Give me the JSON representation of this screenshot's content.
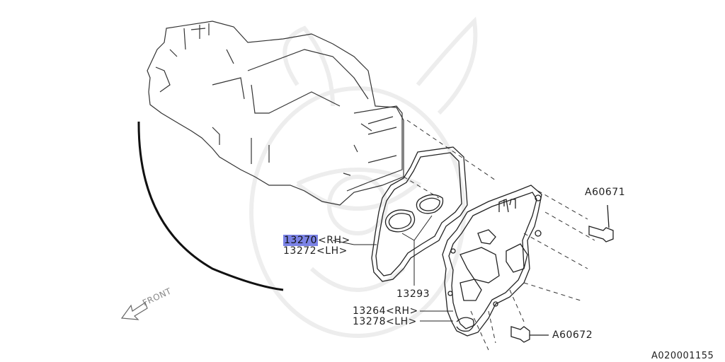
{
  "diagram": {
    "figure_id": "A020001155",
    "front_label": "FRONT",
    "parts": [
      {
        "number": "13270",
        "side": "<RH>",
        "highlighted": true
      },
      {
        "number": "13272",
        "side": "<LH>"
      },
      {
        "number": "13293"
      },
      {
        "number": "13264",
        "side": "<RH>"
      },
      {
        "number": "13278",
        "side": "<LH>"
      },
      {
        "number": "A60671"
      },
      {
        "number": "A60672"
      }
    ],
    "highlight_color": "#7b83e6"
  }
}
